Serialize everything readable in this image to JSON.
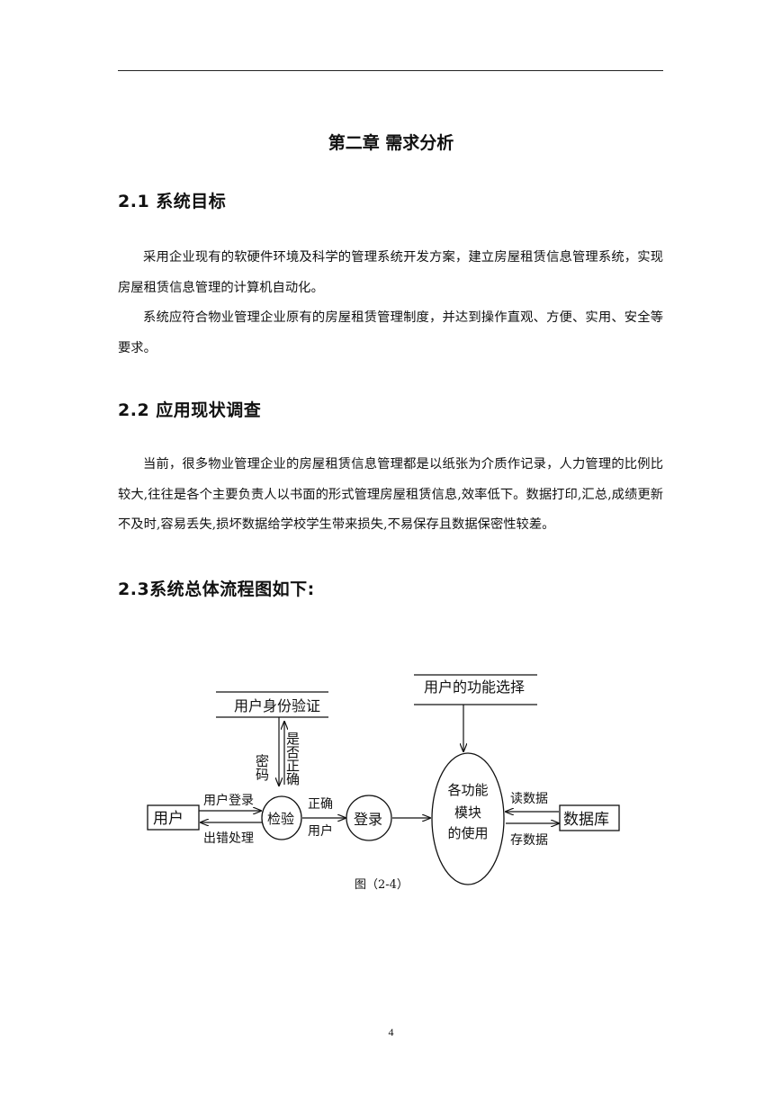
{
  "chapter_title": "第二章 需求分析",
  "sections": [
    {
      "heading": "2.1 系统目标",
      "paragraphs": [
        "采用企业现有的软硬件环境及科学的管理系统开发方案，建立房屋租赁信息管理系统，实现房屋租赁信息管理的计算机自动化。",
        "系统应符合物业管理企业原有的房屋租赁管理制度，并达到操作直观、方便、实用、安全等要求。"
      ]
    },
    {
      "heading": "2.2 应用现状调查",
      "paragraphs": [
        "当前，很多物业管理企业的房屋租赁信息管理都是以纸张为介质作记录，人力管理的比例比较大,往往是各个主要负责人以书面的形式管理房屋租赁信息,效率低下。数据打印,汇总,成绩更新不及时,容易丢失,损坏数据给学校学生带来损失,不易保存且数据保密性较差。"
      ]
    },
    {
      "heading": "2.3系统总体流程图如下:",
      "paragraphs": []
    }
  ],
  "diagram": {
    "store_auth": "用户身份验证",
    "store_function": "用户的功能选择",
    "label_password": "密码",
    "label_correct_q": "是否正确",
    "entity_user": "用户",
    "label_login": "用户登录",
    "label_error": "出错处理",
    "process_check": "检验",
    "label_ok": "正确",
    "label_ok_user": "用户",
    "process_login": "登录",
    "process_modules": [
      "各功能",
      "模块",
      "的使用"
    ],
    "label_read": "读数据",
    "label_write": "存数据",
    "entity_db": "数据库",
    "caption": "图（2-4）"
  },
  "page_number": "4"
}
